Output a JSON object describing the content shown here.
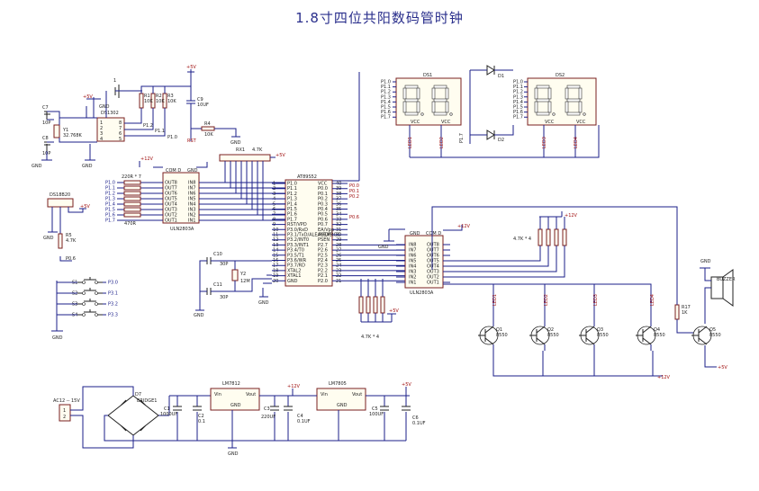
{
  "title": "1.8寸四位共阳数码管时钟",
  "colors": {
    "wire": "#1b1f8a",
    "component": "#7a1f1f",
    "title": "#2a2f8c"
  },
  "power": {
    "p5": "+5V",
    "p12": "+12V",
    "gnd": "GND"
  },
  "ds1302": {
    "ref": "DS1302",
    "c7": "C7",
    "c7v": "10P",
    "c8": "C8",
    "c8v": "10P",
    "y1": "Y1",
    "y1v": "32.768K",
    "bat": "1",
    "r1": "R1",
    "r1v": "10K",
    "r2": "R2",
    "r2v": "10K",
    "r3": "R3",
    "r3v": "10K",
    "p12": "P1.2",
    "p11": "P1.1",
    "p10": "P1.0"
  },
  "c9": {
    "ref": "C9",
    "val": "10UF"
  },
  "r4": {
    "ref": "R4",
    "val": "10K",
    "net": "RST"
  },
  "rx1": {
    "ref": "RX1",
    "val": "4.7K"
  },
  "mcu": {
    "ref": "AT89S52",
    "left_pins": [
      "P1.0",
      "P1.1",
      "P1.2",
      "P1.3",
      "P1.4",
      "P1.5",
      "P1.6",
      "P1.7",
      "RST/VPD",
      "P3.0/RxD",
      "P3.1/TxD/ALE/PROG",
      "P3.2/INT0",
      "P3.3/INT1",
      "P3.4/T0",
      "P3.5/T1",
      "P3.6/WR",
      "P3.7/RD",
      "XTAL2",
      "XTAL1",
      "GND"
    ],
    "right_pins": [
      "VCC",
      "P0.0",
      "P0.1",
      "P0.2",
      "P0.3",
      "P0.4",
      "P0.5",
      "P0.6",
      "P0.7",
      "EA/Vpp",
      "ALE/PROG",
      "PSEN",
      "P2.7",
      "P2.6",
      "P2.5",
      "P2.4",
      "P2.3",
      "P2.2",
      "P2.1",
      "P2.0"
    ],
    "left_nums": [
      "1",
      "2",
      "3",
      "4",
      "5",
      "6",
      "7",
      "8",
      "9",
      "10",
      "11",
      "12",
      "13",
      "14",
      "15",
      "16",
      "17",
      "18",
      "19",
      "20"
    ],
    "right_nums": [
      "40",
      "39",
      "38",
      "37",
      "36",
      "35",
      "34",
      "33",
      "32",
      "31",
      "30",
      "29",
      "28",
      "27",
      "26",
      "25",
      "24",
      "23",
      "22",
      "21"
    ],
    "p00": "P0.0",
    "p01": "P0.1",
    "p02": "P0.2",
    "p06": "P0.6"
  },
  "uln1": {
    "ref": "ULN2803A",
    "com": "COM D",
    "gnd": "GND",
    "outs": [
      "OUT8",
      "OUT7",
      "OUT6",
      "OUT5",
      "OUT4",
      "OUT3",
      "OUT2",
      "OUT1"
    ],
    "ins": [
      "IN8",
      "IN7",
      "IN6",
      "IN5",
      "IN4",
      "IN3",
      "IN2",
      "IN1"
    ],
    "nets": [
      "P1.0",
      "P1.1",
      "P1.2",
      "P1.3",
      "P1.4",
      "P1.5",
      "P1.6",
      "P1.7"
    ],
    "rlabel": "220R * 7",
    "rlabel2": "470R"
  },
  "uln2": {
    "ref": "ULN2803A",
    "com": "COM D",
    "gnd": "GND",
    "ins": [
      "IN8",
      "IN7",
      "IN6",
      "IN5",
      "IN4",
      "IN3",
      "IN2",
      "IN1"
    ],
    "outs": [
      "OUT8",
      "OUT7",
      "OUT6",
      "OUT5",
      "OUT4",
      "OUT3",
      "OUT2",
      "OUT1"
    ]
  },
  "ds18b20": {
    "ref": "DS18B20",
    "r5": "R5",
    "r5v": "4.7K",
    "net": "P0.6"
  },
  "xtal": {
    "c10": "C10",
    "c10v": "30P",
    "c11": "C11",
    "c11v": "30P",
    "y2": "Y2",
    "y2v": "12M"
  },
  "switches": [
    {
      "ref": "S1",
      "net": "P3.0"
    },
    {
      "ref": "S2",
      "net": "P3.1"
    },
    {
      "ref": "S3",
      "net": "P3.2"
    },
    {
      "ref": "S4",
      "net": "P3.3"
    }
  ],
  "display": {
    "ds1": "DS1",
    "ds2": "DS2",
    "vcc": "VCC",
    "d1": "D1",
    "d2": "D2",
    "pins": [
      "P1.0",
      "P1.1",
      "P1.2",
      "P1.3",
      "P1.4",
      "P1.5",
      "P1.6",
      "P1.7"
    ],
    "dig": [
      "LED1",
      "LED2",
      "LED3",
      "LED4"
    ],
    "p": "P1.7"
  },
  "rnet": {
    "top": "4.7K * 4",
    "bottom": "4.7K * 4"
  },
  "transistors": [
    {
      "ref": "Q1",
      "val": "8550"
    },
    {
      "ref": "Q2",
      "val": "8550"
    },
    {
      "ref": "Q3",
      "val": "8550"
    },
    {
      "ref": "Q4",
      "val": "8550"
    },
    {
      "ref": "Q5",
      "val": "8550"
    }
  ],
  "r17": {
    "ref": "R17",
    "val": "1K"
  },
  "buzzer": {
    "ref": "BUZZER"
  },
  "psu": {
    "ac": "AC12 -- 15V",
    "bridge": "D7",
    "bridgev": "BRIDGE1",
    "u1": "LM7812",
    "u2": "LM7805",
    "vin": "Vin",
    "vout": "Vout",
    "gnd": "GND",
    "c1": "C1",
    "c1v": "1000UF",
    "c2": "C2",
    "c2v": "0.1",
    "c3": "C3",
    "c3v": "220UF",
    "c4": "C4",
    "c4v": "0.1UF",
    "c5": "C5",
    "c5v": "100UF",
    "c6": "C6",
    "c6v": "0.1UF"
  }
}
